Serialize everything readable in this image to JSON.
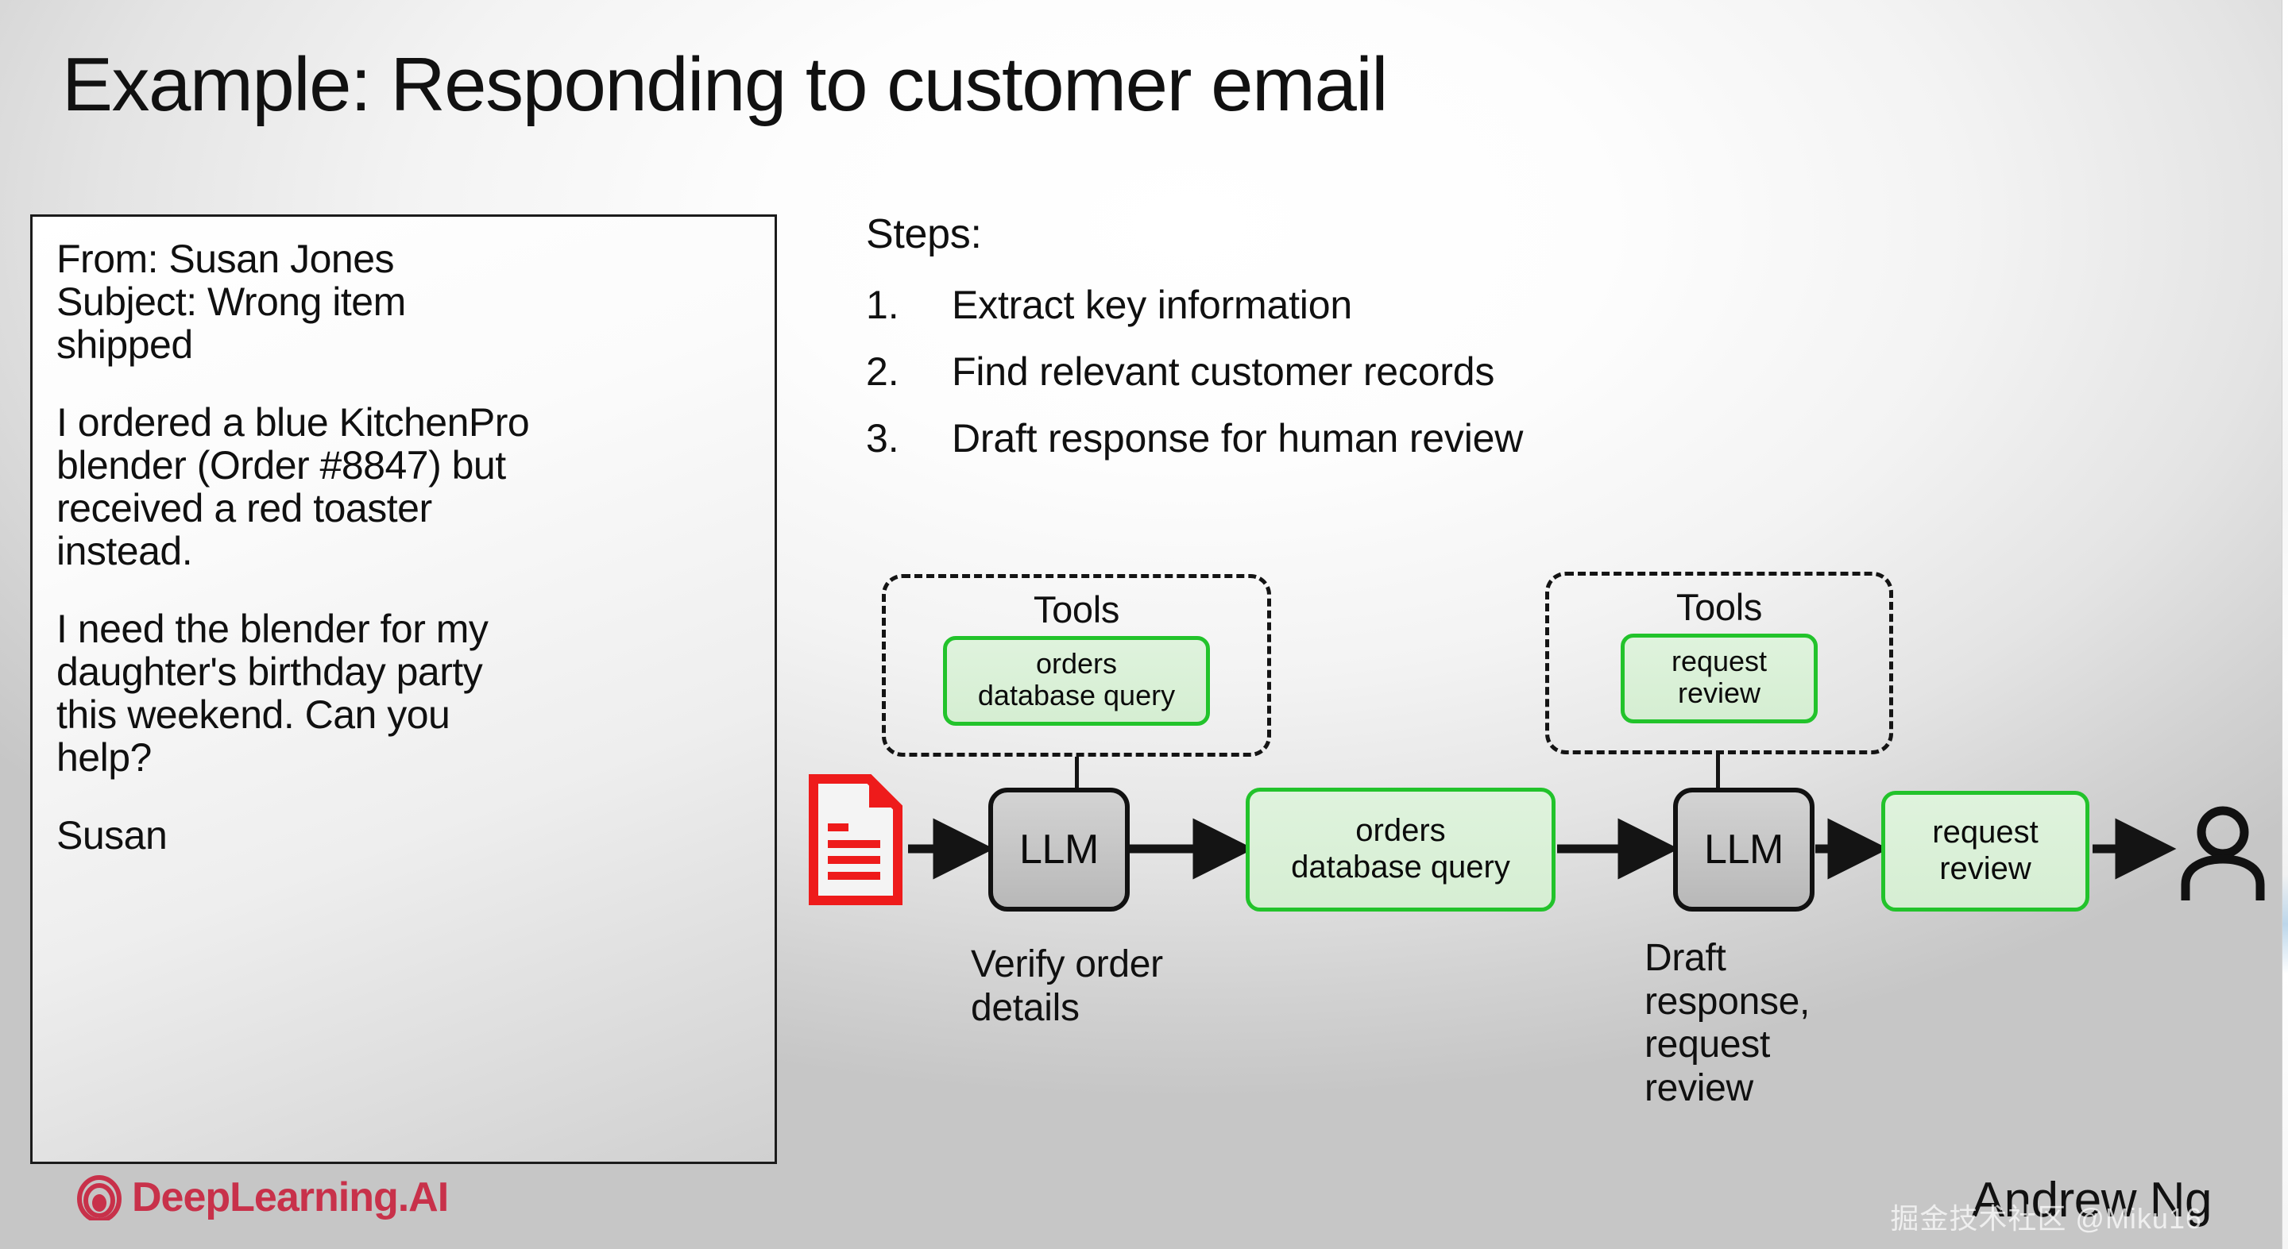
{
  "slide": {
    "title": "Example: Responding to customer email"
  },
  "email": {
    "from_line": "From: Susan Jones",
    "subject_line": "Subject: Wrong item",
    "subject_line_2": "shipped",
    "body_p1": "I ordered a blue KitchenPro\nblender (Order #8847) but\nreceived a red toaster\ninstead.",
    "body_p2": "I need the blender for my\ndaughter's birthday party\nthis weekend. Can you\nhelp?",
    "signature": "Susan"
  },
  "steps": {
    "heading": "Steps:",
    "items": [
      {
        "number": "1.",
        "text": "Extract key information"
      },
      {
        "number": "2.",
        "text": "Find relevant customer records"
      },
      {
        "number": "3.",
        "text": "Draft response for human review"
      }
    ]
  },
  "diagram": {
    "tools_1": {
      "title": "Tools",
      "chip": "orders\ndatabase query"
    },
    "tools_2": {
      "title": "Tools",
      "chip": "request\nreview"
    },
    "nodes": {
      "document_icon": "document-icon",
      "llm_1": "LLM",
      "orders_db_query": "orders\ndatabase query",
      "llm_2": "LLM",
      "request_review": "request\nreview",
      "person_icon": "person-icon"
    },
    "captions": {
      "llm_1": "Verify order\ndetails",
      "llm_2": "Draft\nresponse,\nrequest\nreview"
    },
    "colors": {
      "tool_green_border": "#22c32b",
      "tool_green_fill": "#dff3dd",
      "llm_fill": "#c6c6c6",
      "document_red": "#ee1b1b",
      "arrow": "#141414"
    }
  },
  "footer": {
    "logo_text": "DeepLearning.AI",
    "logo_color": "#c8314a",
    "presenter": "Andrew Ng",
    "watermark": "掘金技术社区 @Miku16"
  }
}
